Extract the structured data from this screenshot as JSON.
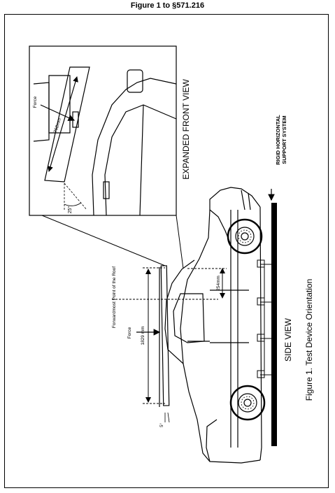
{
  "page_title": "Figure 1 to §571.216",
  "labels": {
    "caption": "Figure 1. Test Device Orientation",
    "side_view": "SIDE VIEW",
    "expanded_front_view": "EXPANDED FRONT VIEW",
    "support_line1": "RIGID HORIZONTAL",
    "support_line2": "SUPPORT SYSTEM",
    "forwardmost_point": "Forwardmost Point of the Roof",
    "force_side": "Force",
    "force_front": "Force",
    "dim_1829": "1829 mm",
    "dim_254": "254mm",
    "dim_762": "762mm",
    "angle_25": "25°",
    "angle_5": "5°"
  }
}
